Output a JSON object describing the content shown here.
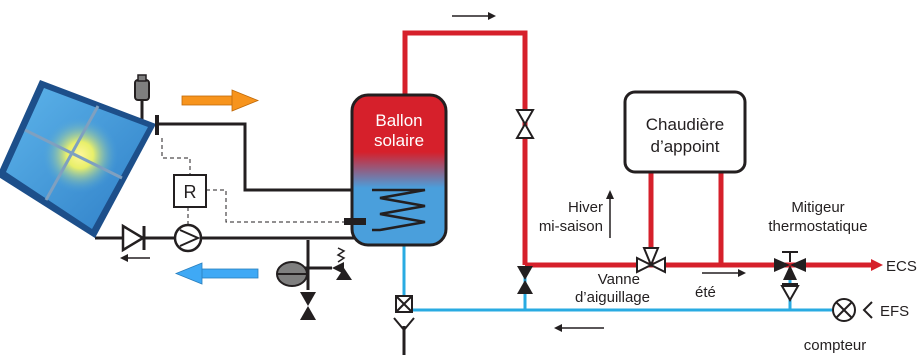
{
  "colors": {
    "hot": "#d6202b",
    "cold": "#29abe2",
    "line": "#231f20",
    "hot_arrow": "#f7941d",
    "cold_arrow": "#3fa9f5",
    "panel": "#1d4f8a",
    "tank_top": "#d6202b",
    "tank_bottom": "#4a9fdc"
  },
  "labels": {
    "tank_line1": "Ballon",
    "tank_line2": "solaire",
    "boiler_line1": "Chaudière",
    "boiler_line2": "d’appoint",
    "regulator": "R",
    "hiver_line1": "Hiver",
    "hiver_line2": "mi-saison",
    "mitigeur_line1": "Mitigeur",
    "mitigeur_line2": "thermostatique",
    "vanne_line1": "Vanne",
    "vanne_line2": "d’aiguillage",
    "ete": "été",
    "ecs": "ECS",
    "efs": "EFS",
    "compteur": "compteur"
  },
  "icons": {
    "collector": "solar-collector-icon",
    "pump": "pump-icon",
    "check_valve": "check-valve-icon",
    "expansion_vessel": "expansion-vessel-icon",
    "safety_valve": "safety-valve-icon",
    "meter": "water-meter-icon"
  }
}
